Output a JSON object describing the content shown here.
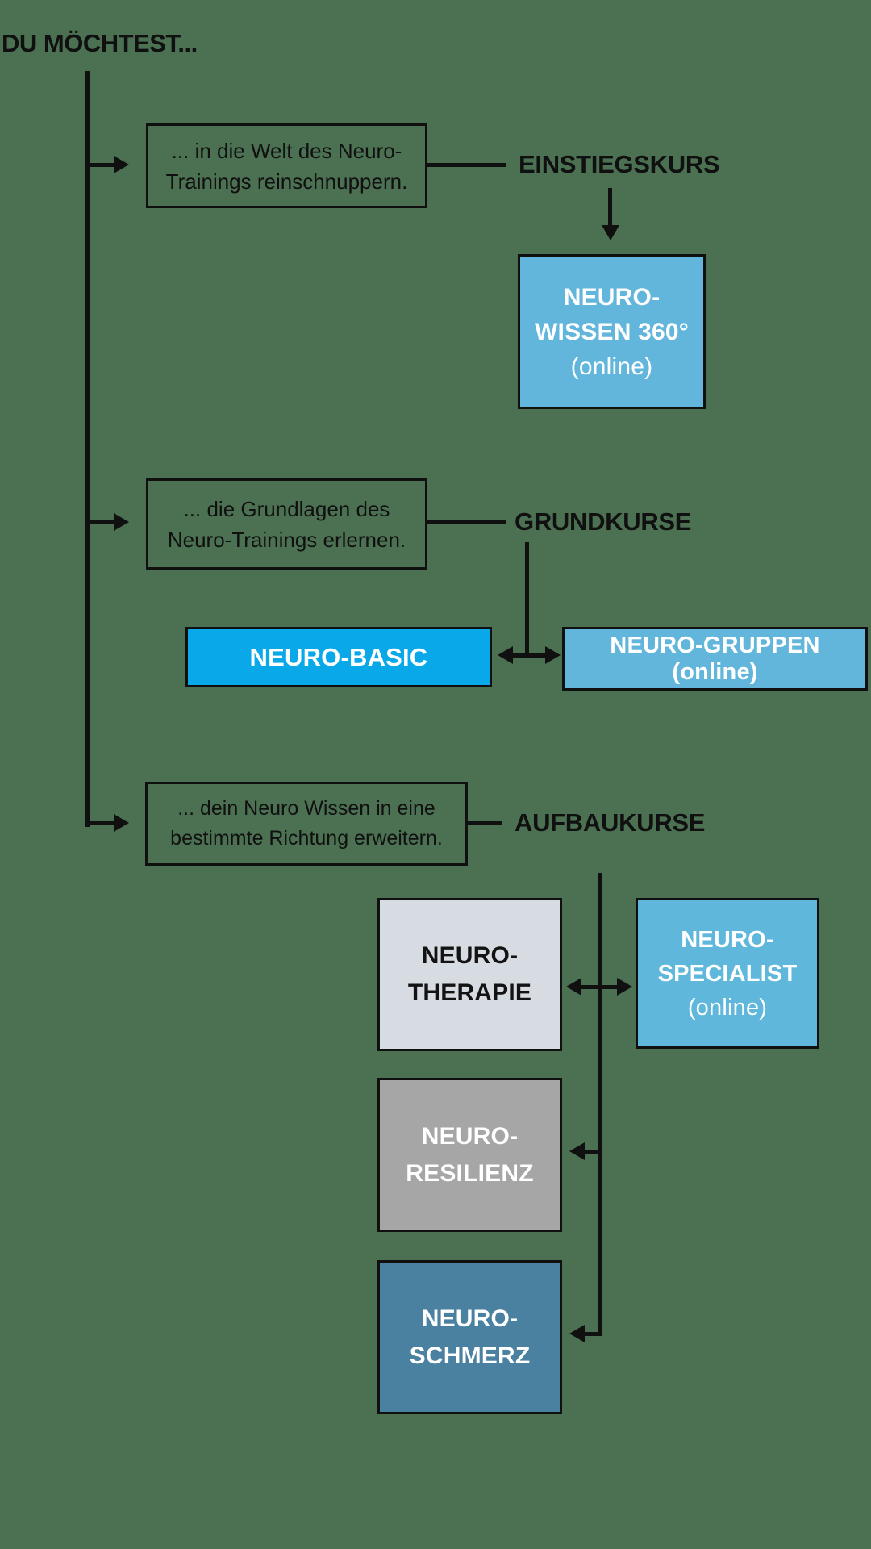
{
  "background_color": "#4b7152",
  "line_color": "#101010",
  "title": "DU MÖCHTEST...",
  "branches": [
    {
      "description_line1": "... in die Welt des Neuro-",
      "description_line2": "Trainings reinschnuppern.",
      "category": "EINSTIEGSKURS",
      "courses": [
        {
          "line1": "NEURO-",
          "line2": "WISSEN 360°",
          "line3": "(online)",
          "fill": "#62b6db",
          "text_color": "#ffffff"
        }
      ]
    },
    {
      "description_line1": "... die Grundlagen des",
      "description_line2": "Neuro-Trainings erlernen.",
      "category": "GRUNDKURSE",
      "courses": [
        {
          "line1": "NEURO-BASIC",
          "fill": "#09a9e9",
          "text_color": "#ffffff"
        },
        {
          "line1": "NEURO-GRUPPEN (online)",
          "fill": "#62b6db",
          "text_color": "#ffffff"
        }
      ]
    },
    {
      "description_line1": "... dein Neuro Wissen in eine",
      "description_line2": "bestimmte Richtung erweitern.",
      "category": "AUFBAUKURSE",
      "courses": [
        {
          "line1": "NEURO-",
          "line2": "THERAPIE",
          "fill": "#d7dbe2",
          "text_color": "#131313"
        },
        {
          "line1": "NEURO-",
          "line2": "SPECIALIST",
          "line3": "(online)",
          "fill": "#5fb8dc",
          "text_color": "#ffffff"
        },
        {
          "line1": "NEURO-",
          "line2": "RESILIENZ",
          "fill": "#a6a6a7",
          "text_color": "#ffffff"
        },
        {
          "line1": "NEURO-",
          "line2": "SCHMERZ",
          "fill": "#4a80a0",
          "text_color": "#ffffff"
        }
      ]
    }
  ]
}
